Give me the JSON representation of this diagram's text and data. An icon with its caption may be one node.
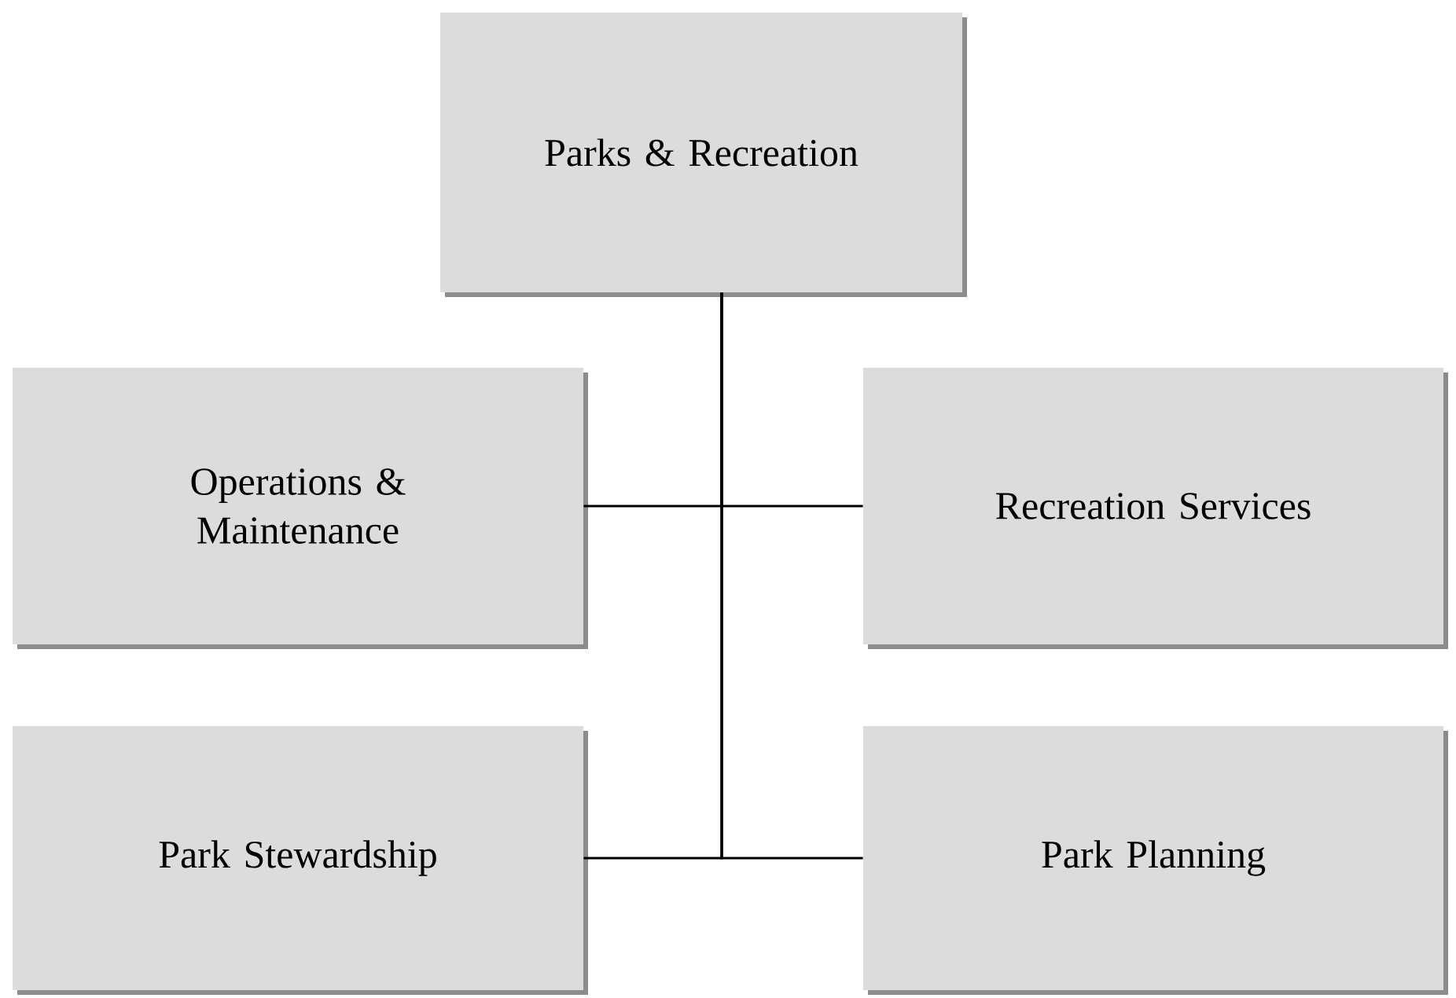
{
  "diagram": {
    "nodes": [
      {
        "text": [
          "Parks & Recreation"
        ]
      },
      {
        "text": [
          "Operations & Maintenance"
        ]
      },
      {
        "text": [
          "Recreation Services"
        ]
      },
      {
        "text": [
          "Park Stewardship"
        ]
      },
      {
        "text": [
          "Park Planning"
        ]
      }
    ],
    "edges": [
      {
        "from": 0,
        "to": 1,
        "arrow": "none"
      },
      {
        "from": 0,
        "to": 2,
        "arrow": "none"
      },
      {
        "from": 0,
        "to": 3,
        "arrow": "none"
      },
      {
        "from": 0,
        "to": 4,
        "arrow": "none"
      }
    ]
  }
}
